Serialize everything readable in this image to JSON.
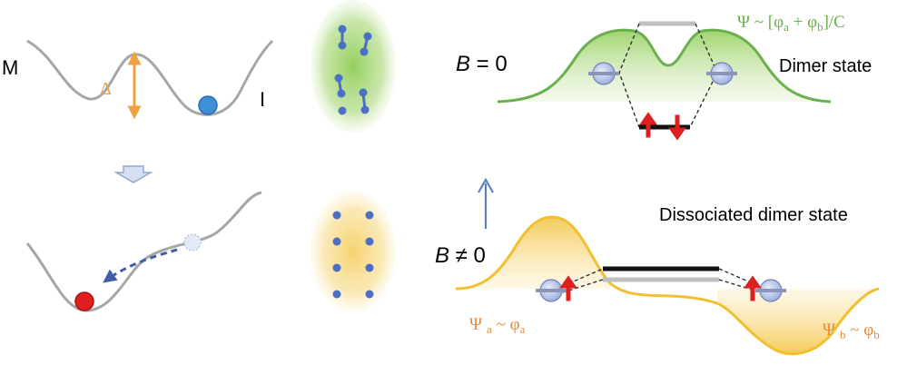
{
  "left_panel": {
    "label_m": "M",
    "label_i": "I",
    "barrier_label": "Δ"
  },
  "top_state": {
    "field_label": "B = 0",
    "field_label_parts": [
      "B",
      " = 0"
    ],
    "state_name": "Dimer state",
    "wavefunction": "Ψ ~ [φa + φb]/C",
    "wavefunction_parts": {
      "prefix": "Ψ ~ [φ",
      "sub_a": "a",
      "mid": " + φ",
      "sub_b": "b",
      "suffix": "]/C"
    }
  },
  "bottom_state": {
    "field_label": "B ≠ 0",
    "field_label_parts": [
      "B",
      " ≠ 0"
    ],
    "state_name": "Dissociated dimer state",
    "psi_a": "Ψa ~ φa",
    "psi_a_parts": {
      "psi": "Ψ",
      "sub1": "a",
      "mid": " ~ φ",
      "sub2": "a"
    },
    "psi_b": "Ψb ~ φb",
    "psi_b_parts": {
      "psi": "Ψ",
      "sub1": "b",
      "mid": " ~ φ",
      "sub2": "b"
    }
  },
  "colors": {
    "curve_gray": "#a6a6a6",
    "barrier_orange": "#f0a040",
    "ball_blue": "#3f8fd6",
    "ball_red": "#dd1f1f",
    "dimer_green": "#6ab04c",
    "dimer_green_fill": "#a9d67c",
    "dissoc_yellow": "#f0c030",
    "dissoc_fill": "#f7d987",
    "label_orange": "#e8893a",
    "label_green": "#6ab04c",
    "spin_red": "#dd1f1f",
    "dot_blue": "#4a6fc4",
    "arrow_blue": "#5b82c4"
  }
}
